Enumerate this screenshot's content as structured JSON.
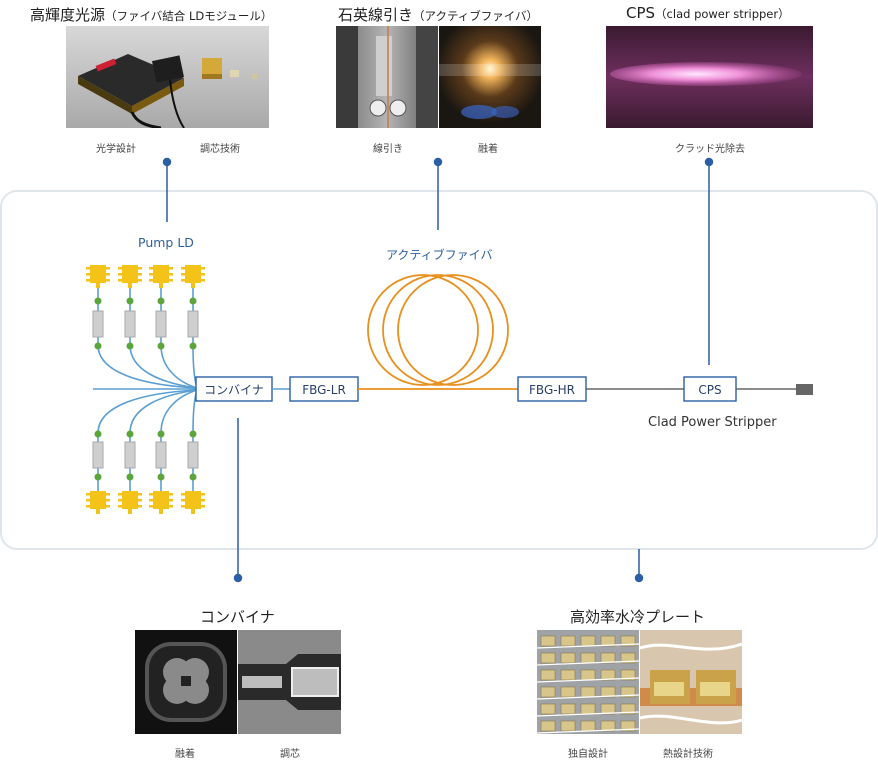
{
  "top": {
    "laser": {
      "title": "高輝度光源",
      "subtitle": "（ファイバ結合 LDモジュール）",
      "captions": [
        "光学設計",
        "調芯技術"
      ],
      "icon": "ld-module-photo"
    },
    "draw": {
      "title": "石英線引き",
      "subtitle": "（アクティブファイバ）",
      "captions": [
        "線引き",
        "融着"
      ],
      "icon": "fiber-draw-photo"
    },
    "cps": {
      "title": "CPS",
      "subtitle": "（clad power stripper）",
      "captions": [
        "クラッド光除去"
      ],
      "icon": "cps-glow-photo"
    }
  },
  "diagram": {
    "pump_label": "Pump LD",
    "active_fiber_label": "アクティブファイバ",
    "combiner_box": "コンバイナ",
    "fbg_lr_box": "FBG-LR",
    "fbg_hr_box": "FBG-HR",
    "cps_box": "CPS",
    "cps_full": "Clad Power Stripper"
  },
  "bottom": {
    "combiner": {
      "title": "コンバイナ",
      "captions": [
        "融着",
        "調芯"
      ]
    },
    "plate": {
      "title": "高効率水冷プレート",
      "captions": [
        "独自設計",
        "熱設計技術"
      ]
    }
  },
  "colors": {
    "fiber_blue": "#5a9fd4",
    "active_orange": "#e8901e",
    "connector_blue": "#2a5fa5",
    "pump_yellow": "#f3c31a",
    "joint_green": "#5aa63a",
    "output_gray": "#666666",
    "frame": "#dfe5ea"
  }
}
